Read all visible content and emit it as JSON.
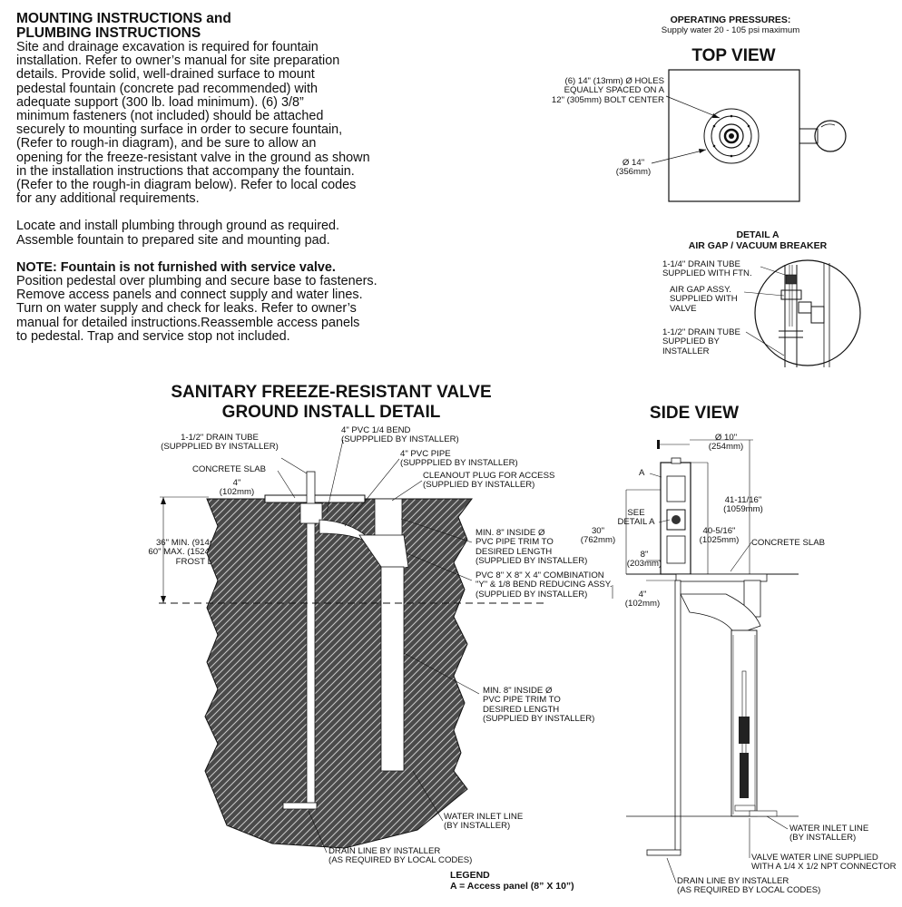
{
  "instructions": {
    "title_line1": "MOUNTING INSTRUCTIONS and",
    "title_line2": "PLUMBING INSTRUCTIONS",
    "paragraph1": "Site and drainage excavation is required for fountain\ninstallation. Refer to owner’s manual for site preparation\ndetails. Provide solid, well-drained surface to mount\npedestal fountain (concrete pad recommended) with\nadequate support (300 lb. load minimum). (6) 3/8”\nminimum fasteners (not included) should be attached\nsecurely to mounting surface in order to secure fountain,\n(Refer to rough-in diagram), and be sure to allow an\nopening for the freeze-resistant valve in the ground as shown\nin the installation instructions that accompany the fountain.\n(Refer to the rough-in diagram below). Refer to local codes\nfor any additional requirements.",
    "paragraph2": "Locate  and  install  plumbing through ground as required.\nAssemble  fountain to prepared site and mounting pad.",
    "note_title": "NOTE: Fountain is not furnished with service valve.",
    "note_body": "Position pedestal over plumbing and secure base to fasteners.\nRemove access panels and connect supply and water lines.\nTurn on water supply and check for leaks. Refer to owner’s\nmanual for detailed instructions.Reassemble access panels\nto pedestal. Trap and service stop not included."
  },
  "operating_pressures": {
    "title": "OPERATING PRESSURES:",
    "value": "Supply water 20 - 105 psi maximum"
  },
  "top_view": {
    "title": "TOP VIEW",
    "holes_label": "(6) 14\" (13mm) Ø HOLES\nEQUALLY SPACED ON A\n12\" (305mm) BOLT CENTER",
    "diameter_label": "Ø 14\"\n(356mm)"
  },
  "detail_a": {
    "title_line1": "DETAIL A",
    "title_line2": "AIR GAP / VACUUM BREAKER",
    "label1": "1-1/4\" DRAIN TUBE\nSUPPLIED WITH FTN.",
    "label2": "AIR GAP ASSY.\nSUPPLIED WITH\nVALVE",
    "label3": "1-1/2\" DRAIN TUBE\nSUPPLIED BY\nINSTALLER"
  },
  "ground_detail": {
    "title_line1": "SANITARY FREEZE-RESISTANT VALVE",
    "title_line2": "GROUND INSTALL DETAIL",
    "drain_tube": "1-1/2\" DRAIN TUBE\n(SUPPPLIED BY INSTALLER)",
    "pvc_bend": "4\" PVC 1/4 BEND\n(SUPPPLIED BY INSTALLER)",
    "pvc_pipe": "4\" PVC PIPE\n(SUPPPLIED BY INSTALLER)",
    "cleanout": "CLEANOUT PLUG FOR ACCESS\n(SUPPLIED BY INSTALLER)",
    "concrete_slab": "CONCRETE SLAB",
    "slab_dim": "4\"\n(102mm)",
    "depth": "36\" MIN. (914mm)\n60\" MAX. (1524mm)\nFROST LINE",
    "trim1": "MIN. 8\" INSIDE Ø\nPVC PIPE TRIM TO\nDESIRED LENGTH\n(SUPPLIED BY INSTALLER)",
    "combo": "PVC 8\" X 8\" X 4\" COMBINATION\n\"Y\" & 1/8 BEND REDUCING ASSY.\n(SUPPLIED BY INSTALLER)",
    "trim2": "MIN. 8\" INSIDE Ø\nPVC PIPE TRIM TO\nDESIRED LENGTH\n(SUPPLIED BY INSTALLER)",
    "water_inlet": "WATER INLET LINE\n(BY INSTALLER)",
    "drain_line": "DRAIN LINE BY INSTALLER\n(AS REQUIRED BY LOCAL CODES)"
  },
  "legend": {
    "title": "LEGEND",
    "entry": "A = Access panel (8” X 10”)"
  },
  "side_view": {
    "title": "SIDE VIEW",
    "diameter": "Ø 10\"\n(254mm)",
    "panel_a": "A",
    "see_detail": "SEE\nDETAIL A",
    "height_30": "30\"\n(762mm)",
    "height_41": "41-11/16\"\n(1059mm)",
    "height_40": "40-5/16\"\n(1025mm)",
    "dim_8": "8\"\n(203mm)",
    "dim_4": "4\"\n(102mm)",
    "concrete_slab": "CONCRETE SLAB",
    "water_inlet": "WATER INLET LINE\n(BY INSTALLER)",
    "valve_line": "VALVE WATER LINE SUPPLIED\nWITH A 1/4 X 1/2 NPT CONNECTOR",
    "drain_line": "DRAIN LINE BY INSTALLER\n(AS REQUIRED BY LOCAL CODES)"
  }
}
